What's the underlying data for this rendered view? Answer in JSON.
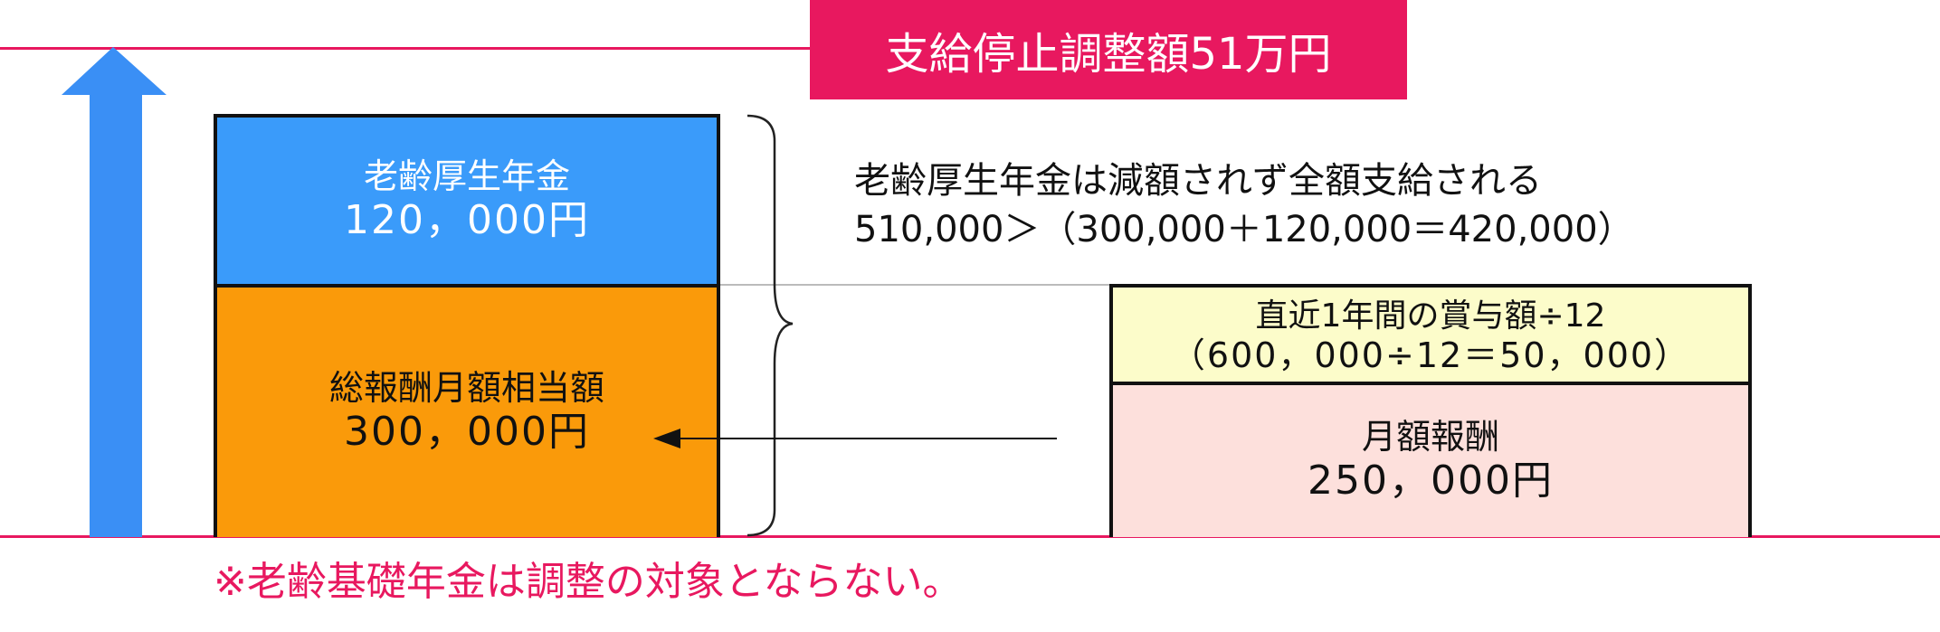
{
  "limit_label": "支給停止調整額51万円",
  "pension_box": {
    "title": "老齢厚生年金",
    "amount": "120，000円"
  },
  "total_box": {
    "title": "総報酬月額相当額",
    "amount": "300，000円"
  },
  "bonus_box": {
    "title": "直近1年間の賞与額÷12",
    "calc": "（600，000÷12＝50，000）"
  },
  "salary_box": {
    "title": "月額報酬",
    "amount": "250，000円"
  },
  "explanation": {
    "line1": "老齢厚生年金は減額されず全額支給される",
    "line2": "510,000＞（300,000＋120,000＝420,000）"
  },
  "footnote": "※老齢基礎年金は調整の対象とならない。",
  "colors": {
    "accent_pink": "#e8185f",
    "arrow_blue": "#3a8ff5",
    "pension_blue": "#3a9bfa",
    "total_orange": "#fa9a0a",
    "bonus_yellow": "#fcfcca",
    "salary_pink": "#fde0dc"
  }
}
